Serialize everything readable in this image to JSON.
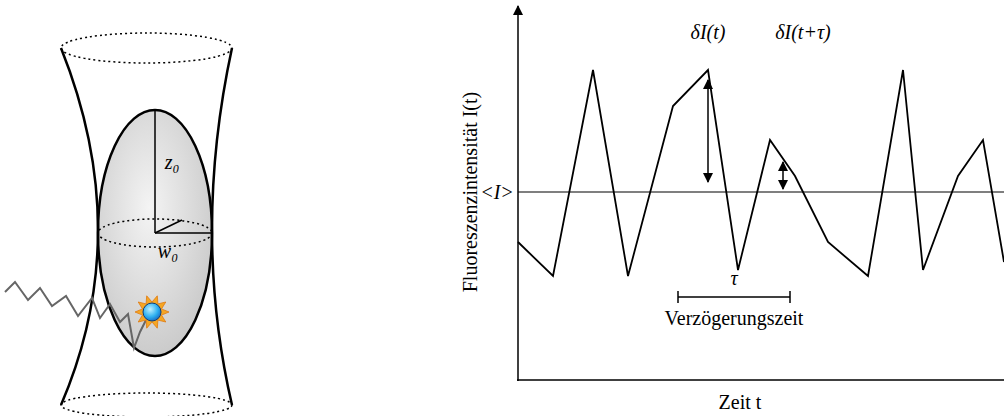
{
  "diagram": {
    "labels": [
      "z₀",
      "w₀",
      "δI(t)",
      "δI(t+τ)",
      "<I>",
      "τ",
      "Verzögerungszeit",
      "Fluoreszenzintensität I(t)",
      "Zeit t"
    ]
  }
}
